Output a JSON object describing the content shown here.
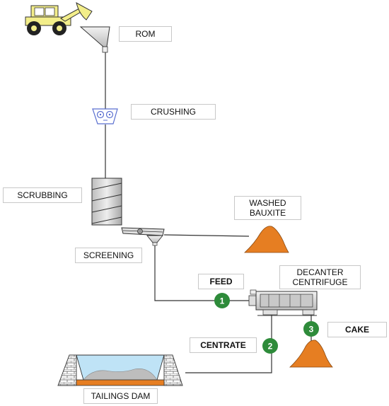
{
  "labels": {
    "rom": "ROM",
    "crushing": "CRUSHING",
    "scrubbing": "SCRUBBING",
    "washed_bauxite_line1": "WASHED",
    "washed_bauxite_line2": "BAUXITE",
    "screening": "SCREENING",
    "feed": "FEED",
    "decanter_line1": "DECANTER",
    "decanter_line2": "CENTRIFUGE",
    "cake": "CAKE",
    "centrate": "CENTRATE",
    "tailings_dam": "TAILINGS DAM"
  },
  "badges": {
    "feed": "1",
    "centrate": "2",
    "cake": "3"
  },
  "colors": {
    "loader_body": "#f3ee8a",
    "pile_orange": "#e67e22",
    "badge_green": "#2e8b3a",
    "water_blue": "#bfe3f6",
    "crusher_blue": "#5a6fd0",
    "line": "#333333"
  },
  "icons": [
    "front-loader-icon",
    "hopper-icon",
    "crusher-icon",
    "scrubber-drum-icon",
    "vibrating-screen-icon",
    "decanter-centrifuge-icon",
    "bauxite-pile-icon",
    "cake-pile-icon",
    "tailings-dam-icon"
  ]
}
